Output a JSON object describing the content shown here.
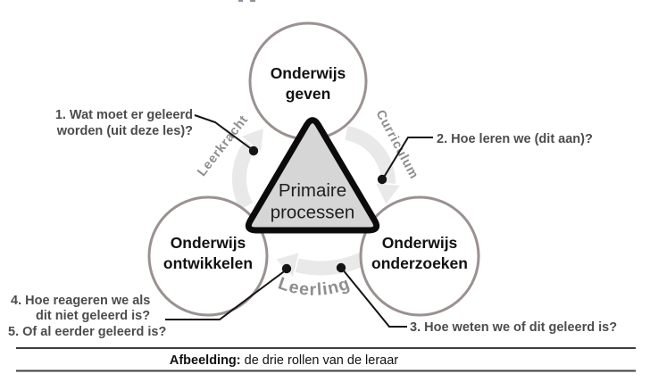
{
  "diagram": {
    "center": {
      "line1": "Primaire",
      "line2": "processen"
    },
    "roles": {
      "top": {
        "line1": "Onderwijs",
        "line2": "geven"
      },
      "bottom_left": {
        "line1": "Onderwijs",
        "line2": "ontwikkelen"
      },
      "bottom_right": {
        "line1": "Onderwijs",
        "line2": "onderzoeken"
      }
    },
    "cycle_labels": {
      "left": "Leerkracht",
      "right": "Curriculum",
      "bottom": "Leerling"
    },
    "questions": {
      "q1_line1": "1. Wat moet er geleerd",
      "q1_line2": "worden (uit deze les)?",
      "q2": "2. Hoe leren we (dit aan)?",
      "q3": "3. Hoe weten we of dit geleerd is?",
      "q4_line1": "4. Hoe reageren we als",
      "q4_line2": "dit niet geleerd is?",
      "q5": "5. Of al eerder geleerd is?"
    },
    "caption_label": "Afbeelding:",
    "caption_text": "de drie rollen van de leraar"
  },
  "colors": {
    "circle_stroke": "#9a9190",
    "triangle_fill": "#d6d6d6",
    "triangle_stroke": "#0b0b0b",
    "cycle_arrow": "#e9e9e9",
    "cycle_label": "#8e8e8e",
    "question_text": "#4c4c4c",
    "ink": "#141414",
    "caption_rule": "#3f3f3f"
  }
}
